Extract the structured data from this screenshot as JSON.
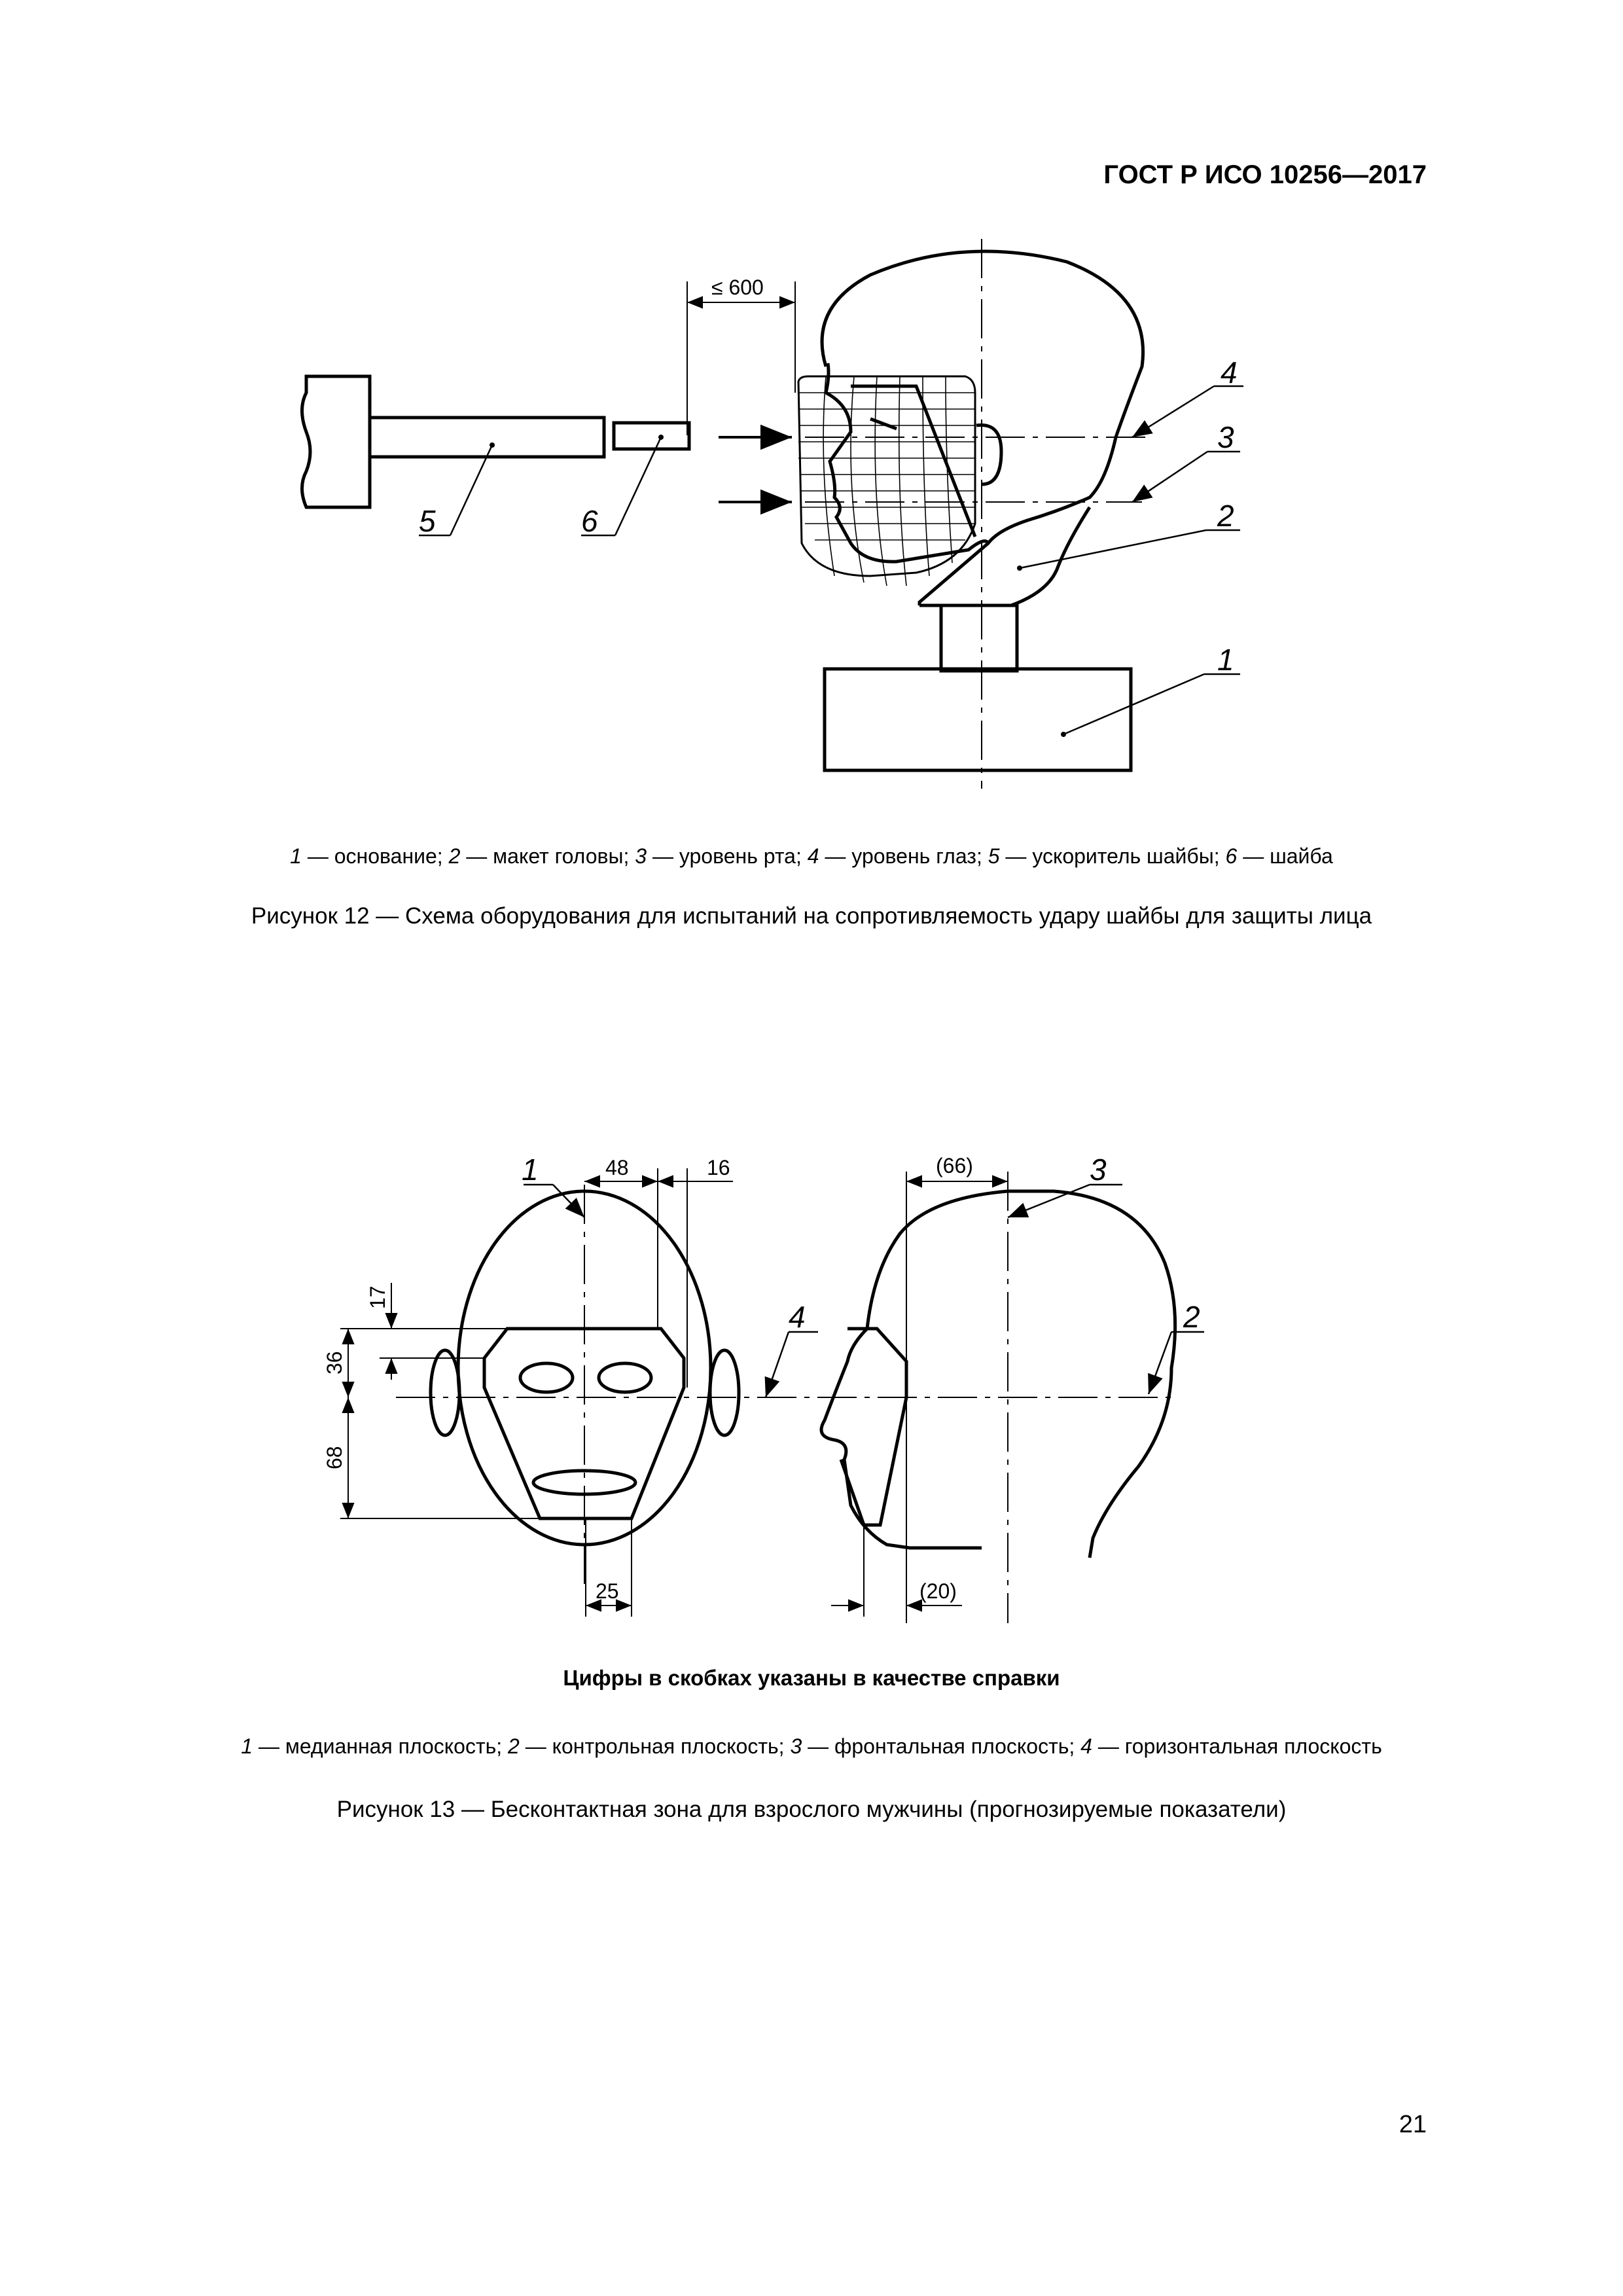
{
  "header": {
    "standard": "ГОСТ Р ИСО 10256—2017"
  },
  "figure12": {
    "dimension": "≤ 600",
    "labels": [
      "1",
      "2",
      "3",
      "4",
      "5",
      "6"
    ],
    "legend": [
      {
        "num": "1",
        "text": " — основание; "
      },
      {
        "num": "2",
        "text": " — макет головы; "
      },
      {
        "num": "3",
        "text": " — уровень рта; "
      },
      {
        "num": "4",
        "text": " — уровень глаз; "
      },
      {
        "num": "5",
        "text": " — ускоритель шайбы; "
      },
      {
        "num": "6",
        "text": " — шайба"
      }
    ],
    "caption": "Рисунок 12 — Схема оборудования для испытаний на сопротивляемость удару шайбы для защиты лица"
  },
  "figure13": {
    "dims": {
      "d48": "48",
      "d16": "16",
      "d66": "(66)",
      "d17": "17",
      "d36": "36",
      "d68": "68",
      "d25": "25",
      "d20": "(20)"
    },
    "labels": [
      "1",
      "2",
      "3",
      "4"
    ],
    "note": "Цифры в скобках указаны в качестве справки",
    "legend": [
      {
        "num": "1",
        "text": " — медианная плоскость; "
      },
      {
        "num": "2",
        "text": " — контрольная плоскость; "
      },
      {
        "num": "3",
        "text": " — фронтальная плоскость; "
      },
      {
        "num": "4",
        "text": " — горизонтальная плоскость"
      }
    ],
    "caption": "Рисунок 13 — Бесконтактная зона для взрослого мужчины (прогнозируемые показатели)"
  },
  "footer": {
    "page_number": "21"
  }
}
